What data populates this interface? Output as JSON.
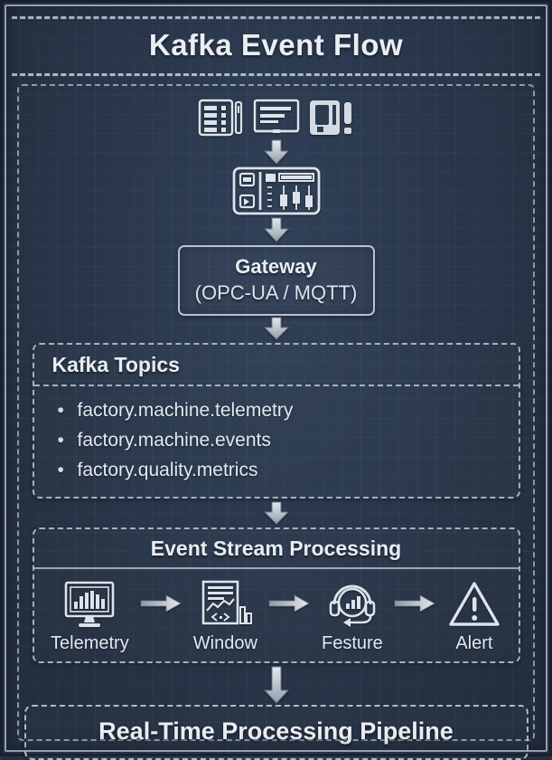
{
  "title": "Kafka Event Flow",
  "sources": {
    "icons": [
      "machine-panel-icon",
      "machine-server-icon",
      "machine-alarm-icon"
    ]
  },
  "gateway_device_icon": "gateway-control-panel-icon",
  "gateway": {
    "title": "Gateway",
    "subtitle": "(OPC-UA / MQTT)"
  },
  "kafka_topics": {
    "title": "Kafka Topics",
    "items": [
      "factory.machine.telemetry",
      "factory.machine.events",
      "factory.quality.metrics"
    ]
  },
  "event_stream_processing": {
    "title": "Event Stream Processing",
    "stages": [
      {
        "label": "Telemetry",
        "icon": "telemetry-monitor-icon"
      },
      {
        "label": "Window",
        "icon": "window-chart-icon"
      },
      {
        "label": "Festure",
        "icon": "feature-headset-icon"
      },
      {
        "label": "Alert",
        "icon": "alert-triangle-icon"
      }
    ]
  },
  "pipeline": {
    "title": "Real-Time Processing Pipeline"
  },
  "colors": {
    "background": "#2d3b51",
    "line": "#c3cdd8",
    "text": "#e6ebf1"
  }
}
